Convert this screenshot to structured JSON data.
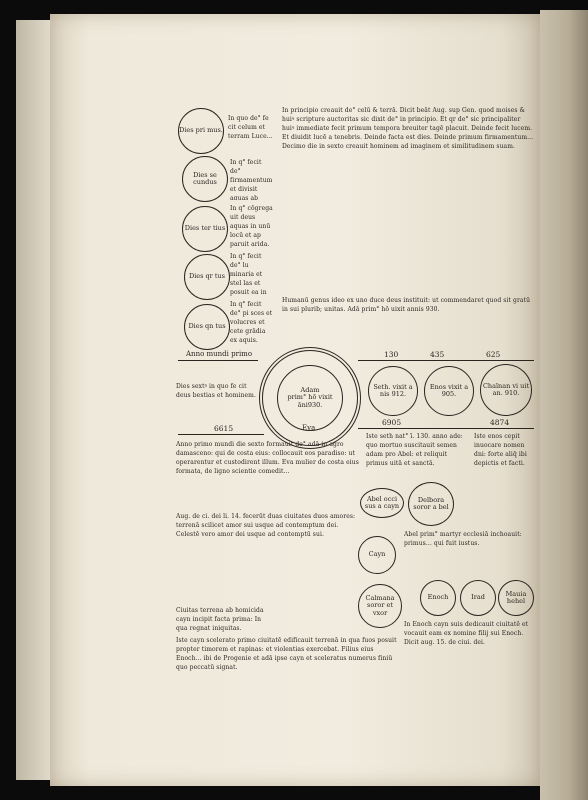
{
  "days": [
    {
      "circle": "Dies pri mus.",
      "text": "In quo de° fe cit celum et terram Luce..."
    },
    {
      "circle": "Dies se cundus",
      "text": "In q° fecit de° firmamentum et divisit aquas ab aquis."
    },
    {
      "circle": "Dies ter tius",
      "text": "In q° cōgrega uit deus aquas in unū locū et ap paruit arida."
    },
    {
      "circle": "Dies qr tus",
      "text": "In q° fecit de° lu minaria et stel las et posuit ea in firmamento."
    },
    {
      "circle": "Dies qn tus",
      "text": "In q° fecit de° pi sces et volucres et cete grādia ex aquis."
    }
  ],
  "top_text": "In principio creauit de° celū & terrā. Dicit beāt Aug. sup Gen. quod moises & huiꝰ scripture auctoritas sic dixit de° in principio. Et qr de° sic principaliter huiꝰ immediate fecit primum tempora breuiter tagē placuit. Deinde fecit lucem. Et diuidit lucē a tenebris. Deinde facta est dies. Deinde primum firmamentum... Decimo die in sexto creauit hominem ad imaginem et similitudinem suam.",
  "human_text": "Humanū genus ideo ex uno duce deus instituit: ut commendaret quod sit gratū in sui plurib; unitas. Adā prim° hō uixit annis 930.",
  "anno_mundi_label": "Anno mundi primo",
  "center_circle": {
    "line1": "Adam",
    "line2": "prim° hō vixit",
    "line3": "āni930.",
    "outer": "Eva"
  },
  "numbers_top": [
    "130",
    "435",
    "625"
  ],
  "numbers_mid": [
    "6615",
    "6905",
    "4874"
  ],
  "descendants": [
    {
      "name": "Seth. vixit a nis 912."
    },
    {
      "name": "Enos vixit a 905."
    },
    {
      "name": "Chaīnan vi uit an. 910."
    }
  ],
  "dies_sextus": "Dies sextꝰ in quo fe cit deus bestias et hominem.",
  "left_mid_text": "Anno primo mundi die sexto formauit de° adā in agro damasceno: qui de costa eius: collocauit eos paradiso: ut operarentur et custodirent illum. Eva mulier de costa eius formata, de ligno scientie comedit...",
  "aug_text": "Aug. de ci. dei li. 14. fecerūt duas ciuitates duos amores: terrenā scilicet amor sui usque ad contemptum dei. Celestē vero amor dei usque ad contemptū sui.",
  "cain_text": "Ciuitas terrena ab homicida cayn incipit facta prima: In qua regnat iniquitas.",
  "bottom_text": "Iste cayn scelerato primo ciuitatē edificauit terrenā in qua fuos posuit propter timorem et rapinas: et violentias exercebat. Filius eius Enoch... ibi de Progenie et adā ipse cayn et sceleratus numerus finiū quo peccatū signat.",
  "right_text": "Iste seth nat° ī. 130. anno ade: quo mortuo suscitauit semen adam pro Abel: et reliquit primus uitā et sanctā.",
  "right_text2": "Iste enos cepit inuocare nomen dni: forte aliq̄ ibi depictis et facti.",
  "abel_circle": "Abel occi sus a cayn",
  "delbora_circle": "Delbora soror a bel",
  "cayn_circle": "Cayn",
  "calmana_circle": "Calmana soror et vxor",
  "abel_text": "Abel prim° martyr ecclesiā inchoauit: primus... qui fuit iustus.",
  "grandchildren": [
    "Enoch",
    "Irad",
    "Mauia hehel"
  ],
  "enoch_text": "In Enoch cayn suis dedicauit ciuitatē et vocauit eam ex nomine filij sui Enoch. Dicit aug. 15. de ciui. dei."
}
